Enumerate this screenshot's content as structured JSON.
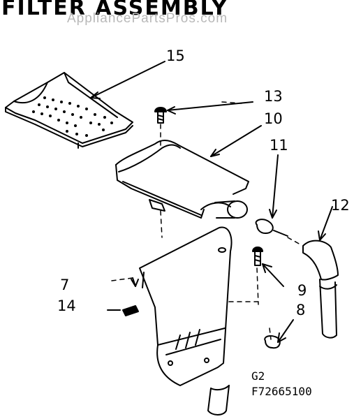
{
  "title": "FILTER ASSEMBLY",
  "watermark": "AppliancePartsPros.com",
  "callouts": {
    "c15": "15",
    "c13": "13",
    "c10": "10",
    "c11": "11",
    "c12": "12",
    "c7": "7",
    "c14": "14",
    "c9": "9",
    "c8": "8"
  },
  "footer": {
    "group": "G2",
    "part_code": "F72665100"
  }
}
